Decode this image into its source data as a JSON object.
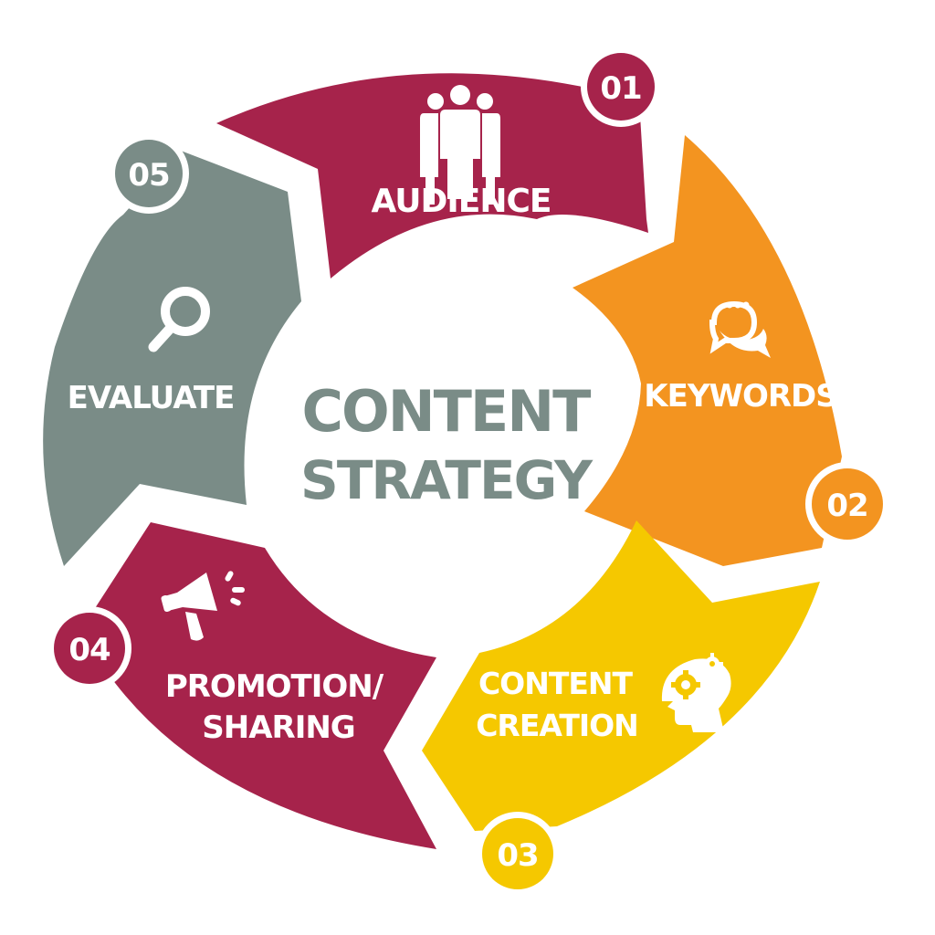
{
  "diagram": {
    "title_line1": "CONTENT",
    "title_line2": "STRATEGY",
    "title_color": "#7a8c87",
    "background": "#ffffff",
    "steps": [
      {
        "number": "01",
        "label": "AUDIENCE",
        "icon": "people-group-icon",
        "color": "#a6234b"
      },
      {
        "number": "02",
        "label": "KEYWORDS",
        "icon": "chat-bubbles-icon",
        "color": "#f39420"
      },
      {
        "number": "03",
        "label_line1": "CONTENT",
        "label_line2": "CREATION",
        "icon": "head-gears-icon",
        "color": "#f5c800"
      },
      {
        "number": "04",
        "label_line1": "PROMOTION/",
        "label_line2": "SHARING",
        "icon": "megaphone-icon",
        "color": "#a6234b"
      },
      {
        "number": "05",
        "label": "EVALUATE",
        "icon": "magnifier-icon",
        "color": "#7a8c87"
      }
    ]
  }
}
